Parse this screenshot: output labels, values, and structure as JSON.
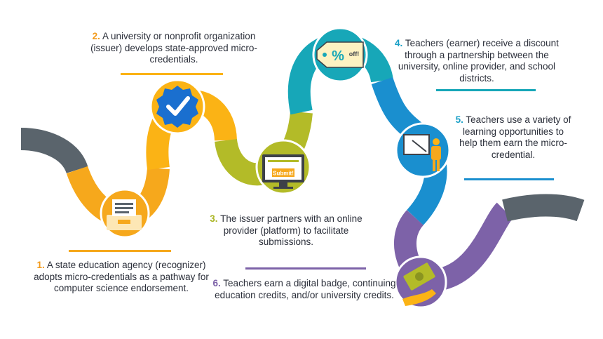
{
  "colors": {
    "gray": "#5a646c",
    "orange": "#f6a81c",
    "yellow": "#fbb315",
    "olive": "#b3bb28",
    "teal": "#17a7b8",
    "blue": "#1a8fcf",
    "purple": "#7d62a8",
    "step1": "#f39a1a",
    "step2": "#f39a1a",
    "step3": "#a9b421",
    "step4": "#1aa0c7",
    "step5": "#1aa0c7",
    "step6": "#7d62a8"
  },
  "steps": [
    {
      "number": "1.",
      "text": "A state education agency (recognizer) adopts micro-credentials as a pathway for computer science endorsement.",
      "icon": "inbox-tray-icon"
    },
    {
      "number": "2.",
      "text": "A university or nonprofit organization (issuer) develops state-approved micro-credentials.",
      "icon": "checkmark-badge-icon"
    },
    {
      "number": "3.",
      "text": "The issuer partners with an online provider (platform) to facilitate submissions.",
      "icon": "computer-submit-icon"
    },
    {
      "number": "4.",
      "text": "Teachers (earner) receive a discount through a partnership between the university, online provider, and school districts.",
      "icon": "discount-tag-icon"
    },
    {
      "number": "5.",
      "text": "Teachers use a variety of learning opportunities to help them earn the micro-credential.",
      "icon": "teacher-board-icon"
    },
    {
      "number": "6.",
      "text": "Teachers earn a digital badge, continuing education credits, and/or university credits.",
      "icon": "money-hand-icon"
    }
  ],
  "icon_labels": {
    "submit": "Submit!",
    "off": "off!"
  }
}
